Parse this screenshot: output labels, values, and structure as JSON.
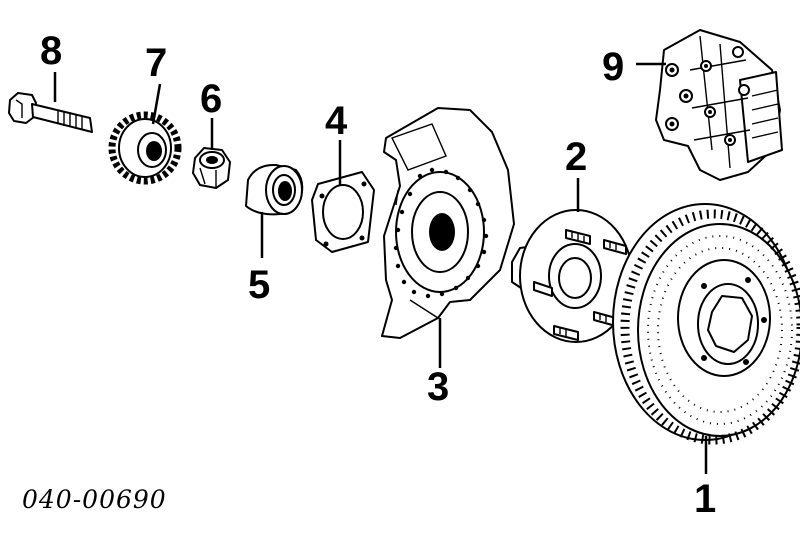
{
  "diagram": {
    "drawing_code": "040-00690",
    "callouts": [
      {
        "number": "1",
        "part": "brake-disc"
      },
      {
        "number": "2",
        "part": "wheel-hub"
      },
      {
        "number": "3",
        "part": "splash-shield"
      },
      {
        "number": "4",
        "part": "seal-plate"
      },
      {
        "number": "5",
        "part": "wheel-bearing"
      },
      {
        "number": "6",
        "part": "hub-nut"
      },
      {
        "number": "7",
        "part": "toothed-ring"
      },
      {
        "number": "8",
        "part": "axle-bolt"
      },
      {
        "number": "9",
        "part": "brake-caliper"
      }
    ]
  },
  "colors": {
    "ink": "#000000",
    "background": "#ffffff"
  }
}
